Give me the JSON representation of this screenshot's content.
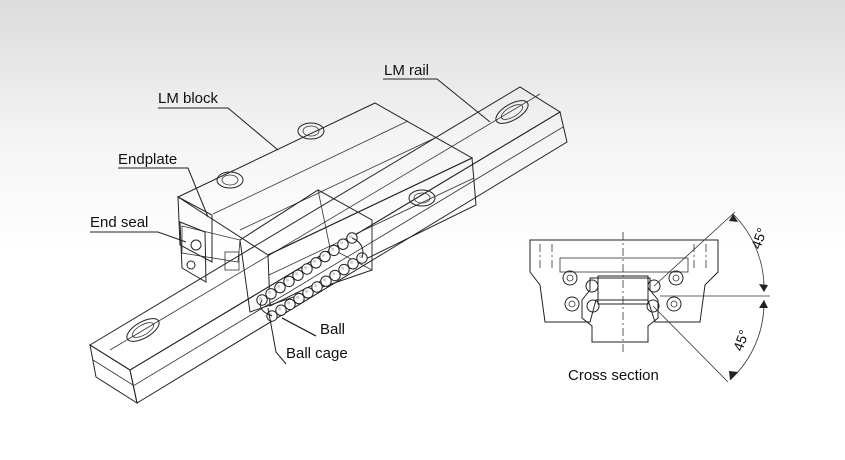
{
  "labels": {
    "lm_rail": "LM rail",
    "lm_block": "LM block",
    "endplate": "Endplate",
    "end_seal": "End seal",
    "ball": "Ball",
    "ball_cage": "Ball cage",
    "cross_section": "Cross section",
    "angle_upper": "45°",
    "angle_lower": "45°"
  },
  "colors": {
    "line": "#222222",
    "background_top": "#dcdcdc",
    "background_bottom": "#ffffff",
    "part_fill": "#ffffff",
    "shade_fill": "#e6e6e6"
  }
}
